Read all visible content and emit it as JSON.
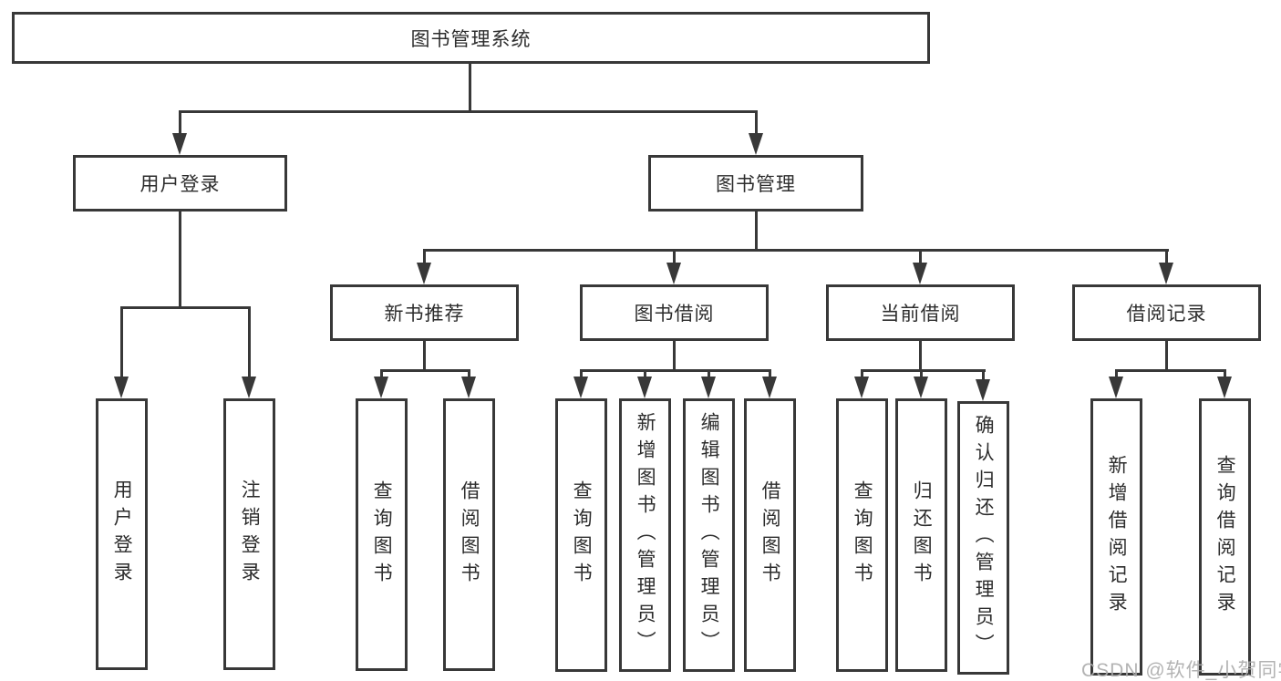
{
  "diagram": {
    "title": "图书管理系统",
    "line_color": "#383838",
    "text_color": "#2d2d2d",
    "branches": {
      "user_login": {
        "label": "用户登录",
        "children": {
          "login": "用户登录",
          "logout": "注销登录"
        }
      },
      "book_management": {
        "label": "图书管理",
        "sections": {
          "new_book": {
            "label": "新书推荐",
            "children": {
              "query": "查询图书",
              "borrow": "借阅图书"
            }
          },
          "borrowing": {
            "label": "图书借阅",
            "children": {
              "query": "查询图书",
              "add": "新增图书（管理员）",
              "edit": "编辑图书（管理员）",
              "borrow": "借阅图书"
            }
          },
          "current": {
            "label": "当前借阅",
            "children": {
              "query": "查询图书",
              "return": "归还图书",
              "confirm": "确认归还（管理员）"
            }
          },
          "records": {
            "label": "借阅记录",
            "children": {
              "add": "新增借阅记录",
              "query": "查询借阅记录"
            }
          }
        }
      }
    }
  },
  "watermark": {
    "text": "CSDN @软件_小贺同学",
    "color": "#ababab"
  }
}
